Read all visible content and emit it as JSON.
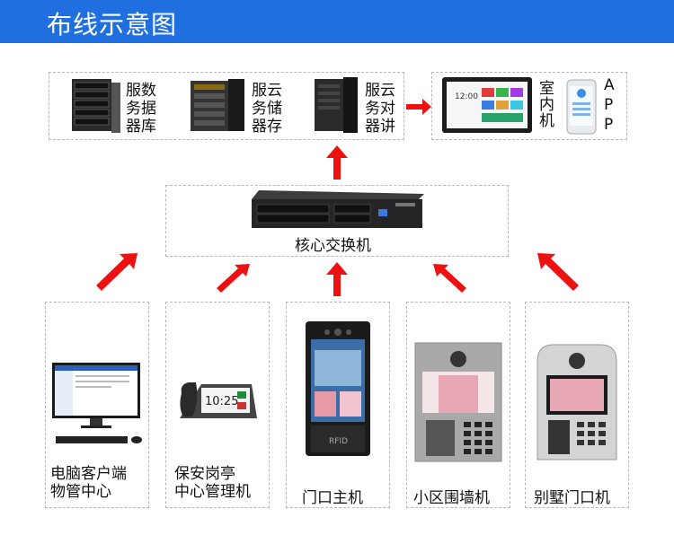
{
  "title": "布线示意图",
  "servers": [
    {
      "line1": "服数",
      "line2": "务据",
      "line3": "器库",
      "icon": "database-server-icon"
    },
    {
      "line1": "服云",
      "line2": "务储",
      "line3": "器存",
      "icon": "cloud-storage-server-icon"
    },
    {
      "line1": "服云",
      "line2": "务对",
      "line3": "器讲",
      "icon": "cloud-intercom-server-icon"
    }
  ],
  "indoor": {
    "label_chars": [
      "室",
      "内",
      "机"
    ],
    "app_chars": [
      "A",
      "P",
      "P"
    ]
  },
  "switch": {
    "label": "核心交换机"
  },
  "devices": [
    {
      "line1": "电脑客户端",
      "line2": "物管中心"
    },
    {
      "line1": "保安岗亭",
      "line2": "中心管理机"
    },
    {
      "line1": "门口主机",
      "line2": ""
    },
    {
      "line1": "小区围墙机",
      "line2": ""
    },
    {
      "line1": "别墅门口机",
      "line2": ""
    }
  ],
  "colors": {
    "banner": "#1f6fe0",
    "arrow": "#ee1111"
  }
}
